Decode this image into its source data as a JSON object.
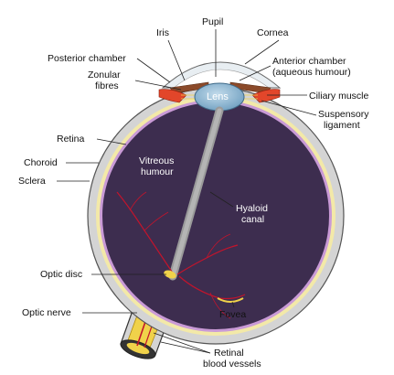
{
  "labels": {
    "pupil": "Pupil",
    "iris": "Iris",
    "cornea": "Cornea",
    "posterior_chamber": "Posterior chamber",
    "anterior_chamber_line1": "Anterior chamber",
    "anterior_chamber_line2": "(aqueous humour)",
    "zonular_fibres_line1": "Zonular",
    "zonular_fibres_line2": "fibres",
    "lens": "Lens",
    "ciliary_muscle": "Ciliary muscle",
    "suspensory_ligament_line1": "Suspensory",
    "suspensory_ligament_line2": "ligament",
    "retina": "Retina",
    "choroid": "Choroid",
    "sclera": "Sclera",
    "vitreous_humour_line1": "Vitreous",
    "vitreous_humour_line2": "humour",
    "hyaloid_canal_line1": "Hyaloid",
    "hyaloid_canal_line2": "canal",
    "optic_disc": "Optic disc",
    "optic_nerve": "Optic nerve",
    "fovea": "Fovea",
    "retinal_vessels_line1": "Retinal",
    "retinal_vessels_line2": "blood vessels"
  },
  "colors": {
    "vitreous": "#3d2d4f",
    "sclera": "#d4d4d4",
    "choroid": "#f3e9a8",
    "retina": "#c99ad6",
    "lens": "#8fb6d2",
    "iris": "#8b4a2a",
    "ciliary": "#e2462a",
    "optic_nerve": "#f0d24a",
    "vessel": "#c2142c",
    "hyaloid": "#9a9a9a"
  }
}
